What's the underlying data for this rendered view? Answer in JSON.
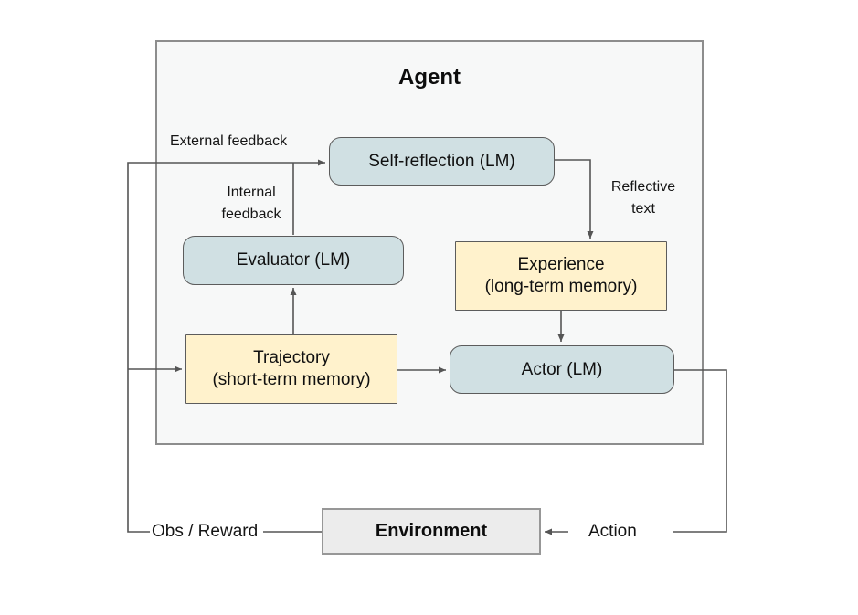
{
  "diagram": {
    "title": "Agent",
    "nodes": {
      "self_reflection": {
        "label": "Self-reflection (LM)"
      },
      "evaluator": {
        "label": "Evaluator (LM)"
      },
      "experience": {
        "line1": "Experience",
        "line2": "(long-term memory)"
      },
      "trajectory": {
        "line1": "Trajectory",
        "line2": "(short-term memory)"
      },
      "actor": {
        "label": "Actor (LM)"
      },
      "environment": {
        "label": "Environment"
      }
    },
    "edge_labels": {
      "external_feedback": "External feedback",
      "internal_feedback_line1": "Internal",
      "internal_feedback_line2": "feedback",
      "reflective_line1": "Reflective",
      "reflective_line2": "text",
      "obs_reward": "Obs / Reward",
      "action": "Action"
    },
    "colors": {
      "lm_box_fill": "#d0e0e3",
      "memory_box_fill": "#fff2cc",
      "environment_fill": "#ececec",
      "agent_fill": "#f7f8f8",
      "line_color": "#555555"
    }
  }
}
